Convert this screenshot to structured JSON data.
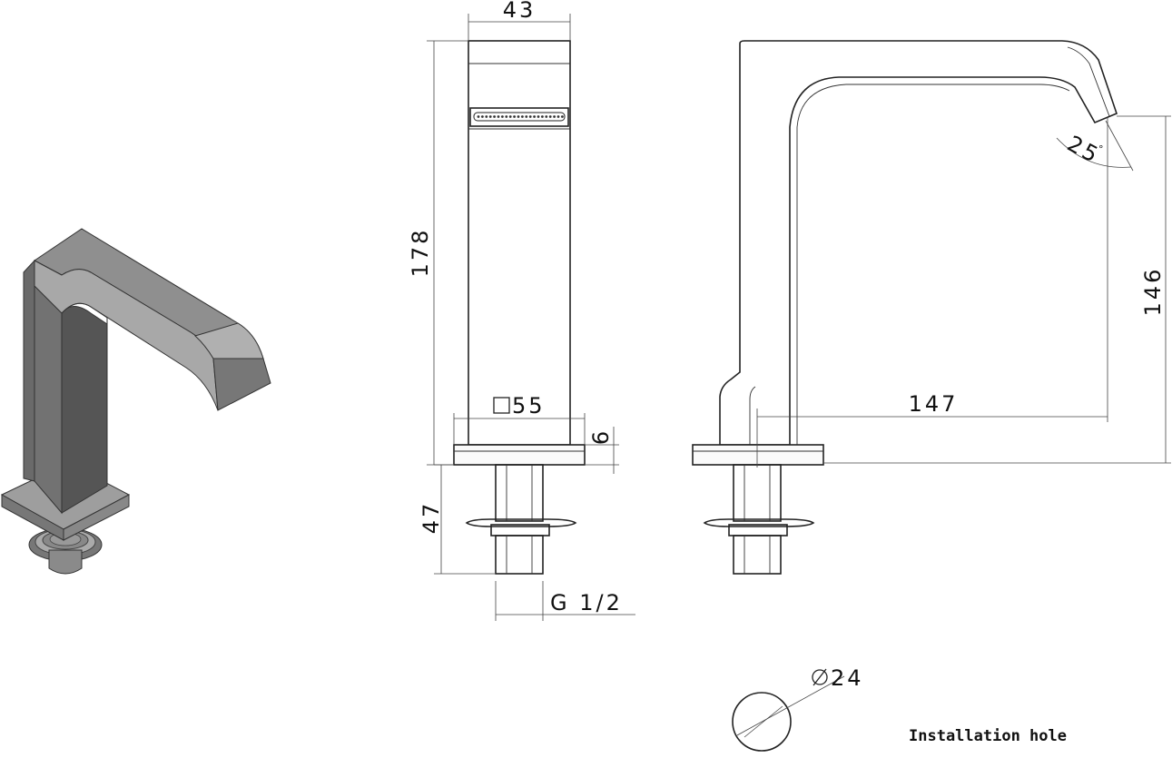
{
  "dimensions": {
    "width_front": "43",
    "height_total": "178",
    "base_square": "55",
    "base_thickness": "6",
    "shank_length": "47",
    "thread": "G 1/2",
    "spout_angle": "25",
    "spout_angle_unit": "°",
    "spout_height": "146",
    "spout_reach": "147",
    "hole_diameter": "24"
  },
  "labels": {
    "installation_hole": "Installation hole"
  },
  "icons": {
    "square_symbol": "square-icon",
    "diameter_symbol": "diameter-icon"
  },
  "colors": {
    "line": "#222222",
    "faucet_dark": "#5a5a5a",
    "faucet_mid": "#8c8c8c",
    "faucet_light": "#b5b5b5"
  }
}
